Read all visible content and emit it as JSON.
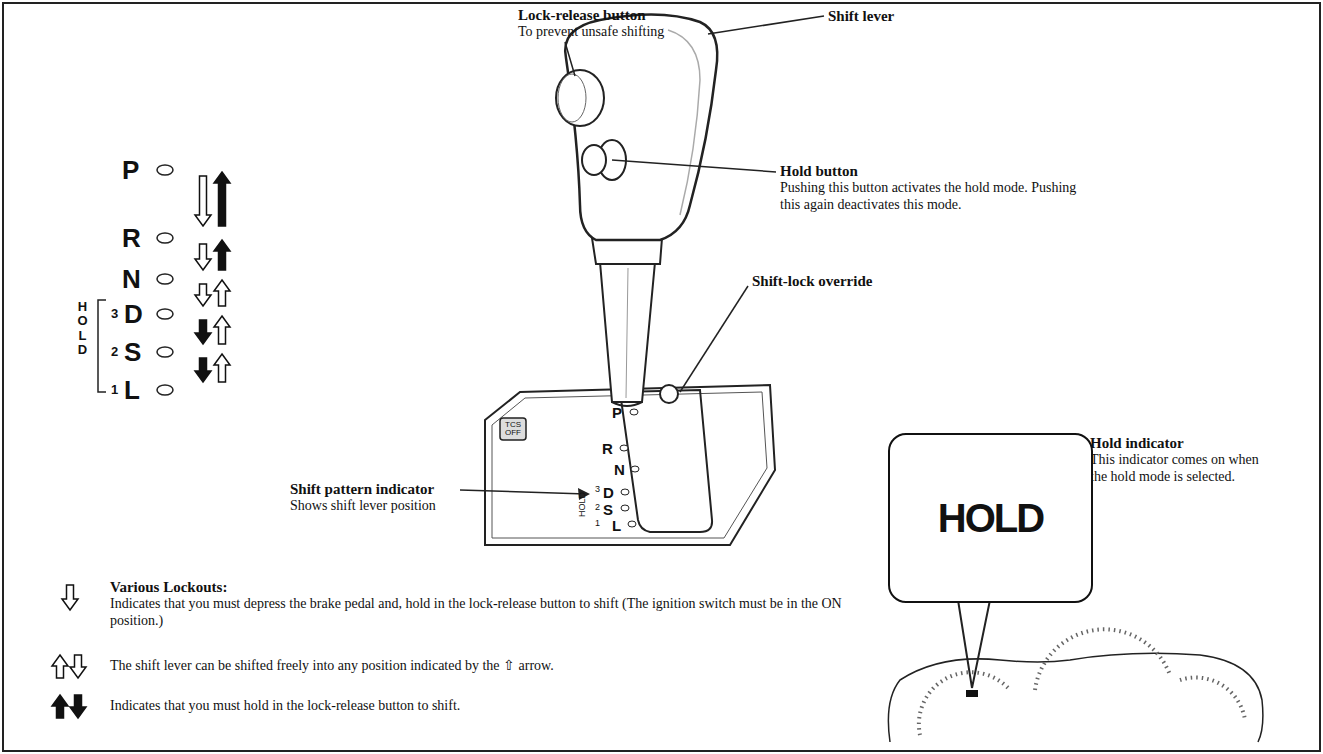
{
  "diagram": {
    "nodes": [
      {
        "text": [
          "HOLD"
        ]
      }
    ],
    "labels": [
      "Lock-release button",
      "To prevent unsafe shifting",
      "Shift lever",
      "Hold button",
      "Pushing this button activates the hold mode. Pushing this again deactivates this mode.",
      "Shift-lock override",
      "Shift pattern indicator",
      "Shows shift lever position",
      "Hold indicator",
      "This indicator comes on when the hold mode is selected.",
      "P",
      "R",
      "N",
      "3",
      "D",
      "2",
      "S",
      "1",
      "L",
      "HOLD",
      "TCS OFF",
      "P",
      "R",
      "N",
      "3",
      "D",
      "2",
      "S",
      "1",
      "L",
      "HOLD",
      "Various Lockouts:"
    ],
    "legend": [
      {
        "text": "Indicates that you must depress the brake pedal and, hold in the lock-release button to shift (The ignition switch must be in the ON position.)"
      },
      {
        "text": "The shift lever can be shifted freely into any position indicated by the ⇧ arrow."
      },
      {
        "text": "Indicates that you must hold in the lock-release button to shift."
      }
    ]
  }
}
